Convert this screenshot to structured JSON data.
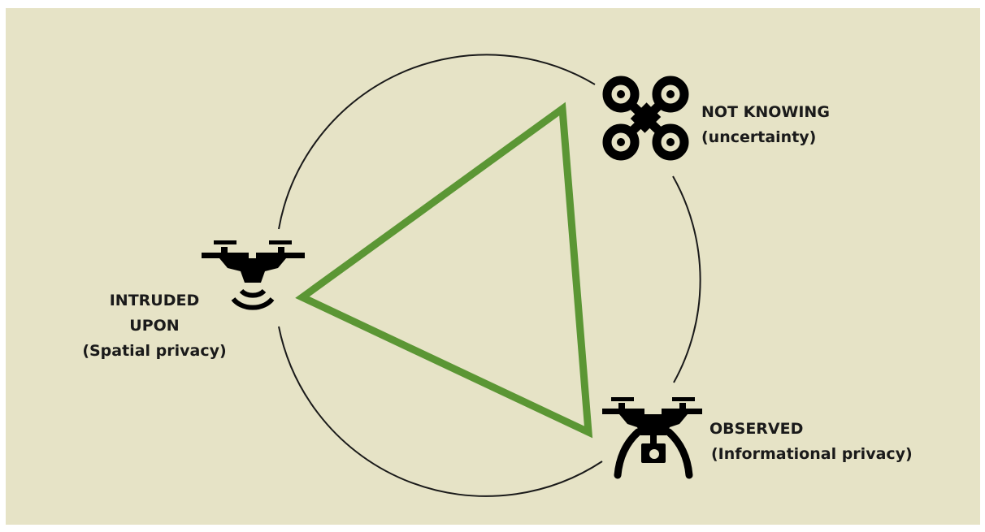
{
  "diagram": {
    "colors": {
      "background": "#e6e3c6",
      "triangle": "#5b9634",
      "circle": "#1a1a1a",
      "icon": "#000000"
    },
    "nodes": [
      {
        "id": "intruded",
        "icon": "wifi-drone-icon",
        "lines": [
          "INTRUDED",
          "UPON",
          "(Spatial privacy)"
        ]
      },
      {
        "id": "not-knowing",
        "icon": "quadcopter-icon",
        "lines": [
          "NOT KNOWING",
          "(uncertainty)"
        ]
      },
      {
        "id": "observed",
        "icon": "camera-drone-icon",
        "lines": [
          "OBSERVED",
          "(Informational privacy)"
        ]
      }
    ]
  }
}
